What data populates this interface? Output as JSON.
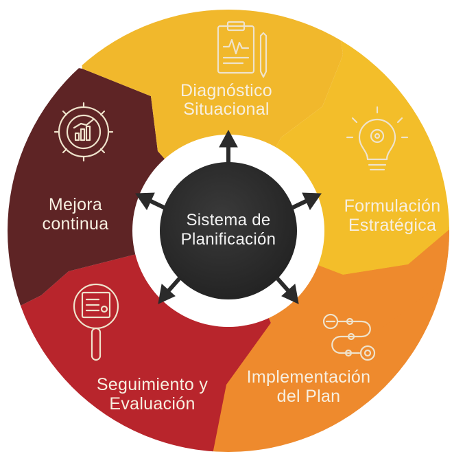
{
  "center": {
    "line1": "Sistema de",
    "line2": "Planificación"
  },
  "segments": [
    {
      "id": "diagnostico",
      "line1": "Diagnóstico",
      "line2": "Situacional",
      "color": "#f1b82c",
      "icon": "clipboard-icon"
    },
    {
      "id": "formulacion",
      "line1": "Formulación",
      "line2": "Estratégica",
      "color": "#f3be2a",
      "icon": "lightbulb-gear-icon"
    },
    {
      "id": "implementacion",
      "line1": "Implementación",
      "line2": "del Plan",
      "color": "#ee8a2d",
      "icon": "process-path-icon"
    },
    {
      "id": "seguimiento",
      "line1": "Seguimiento y",
      "line2": "Evaluación",
      "color": "#b8252c",
      "icon": "magnifier-document-icon"
    },
    {
      "id": "mejora",
      "line1": "Mejora",
      "line2": "continua",
      "color": "#5e2425",
      "icon": "gear-chart-icon"
    }
  ],
  "colors": {
    "hub": "#2b2b2b",
    "ring_gap": "#ffffff",
    "label_text": "#f7efe0"
  }
}
